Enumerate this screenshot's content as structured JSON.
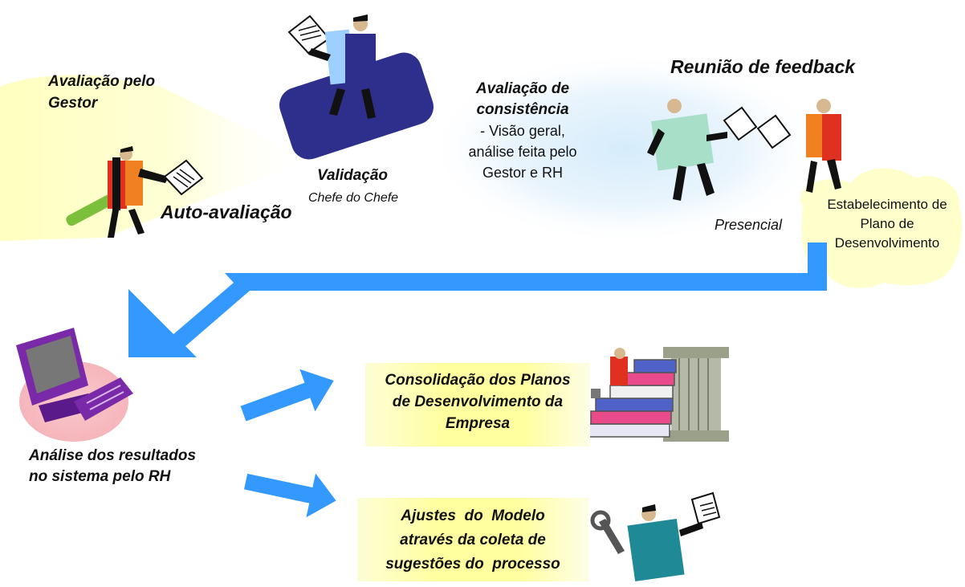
{
  "labels": {
    "avaliacao_gestor": [
      "Avaliação pelo",
      "Gestor"
    ],
    "auto_avaliacao": "Auto-avaliação",
    "validacao": "Validação",
    "chefe_do_chefe": "Chefe do Chefe",
    "consistencia": [
      "Avaliação de",
      "consistência"
    ],
    "consistencia_sub": [
      "- Visão geral,",
      "análise feita pelo",
      "Gestor e RH"
    ],
    "reuniao_feedback": "Reunião de feedback",
    "presencial": "Presencial",
    "plano": [
      "Estabelecimento de",
      "Plano de",
      "Desenvolvimento"
    ],
    "analise": [
      "Análise dos resultados",
      "no sistema pelo RH"
    ],
    "consolidacao": [
      "Consolidação dos Planos",
      "de Desenvolvimento da",
      "Empresa"
    ],
    "ajustes": [
      "Ajustes  do  Modelo",
      "através da coleta de",
      "sugestões do  processo"
    ]
  },
  "icons": [
    "person-with-pencil-icon",
    "person-with-document-icon",
    "persons-exchanging-documents-icon",
    "computer-icon",
    "books-and-column-icon",
    "person-with-wrench-icon",
    "flow-arrow-icon"
  ],
  "colors": {
    "flow_arrow": "#3399ff",
    "highlight_box": "#ffff9f",
    "left_glow": "#ffffc8",
    "cloud": "#ffffcc",
    "rug": "#2e2e8c"
  }
}
